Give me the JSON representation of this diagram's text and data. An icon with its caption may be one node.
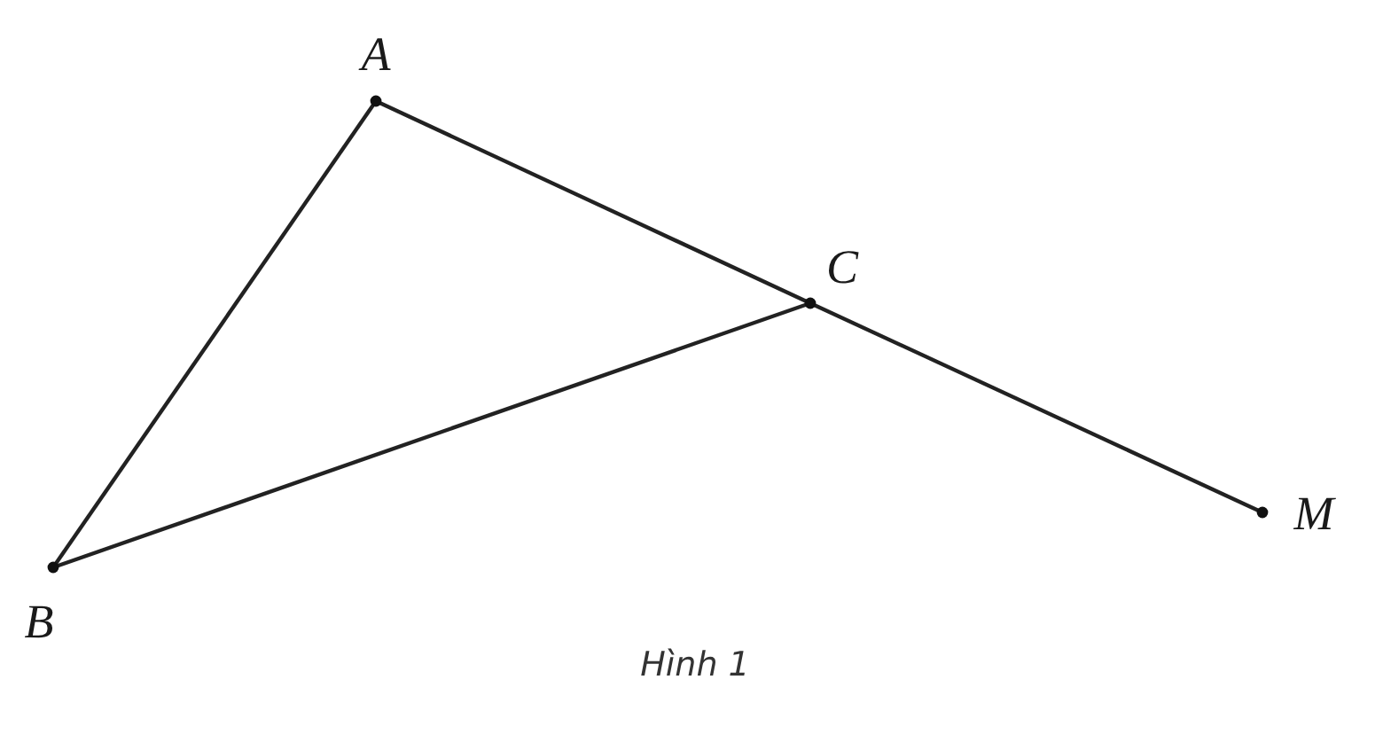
{
  "diagram": {
    "nodes": [
      {
        "text": [
          "A"
        ]
      },
      {
        "text": [
          "C"
        ]
      },
      {
        "text": [
          "M"
        ]
      },
      {
        "text": [
          "B"
        ]
      }
    ],
    "edges": [
      {
        "from": 0,
        "to": 3,
        "arrow": "none"
      },
      {
        "from": 0,
        "to": 1,
        "arrow": "none"
      },
      {
        "from": 1,
        "to": 2,
        "arrow": "none"
      },
      {
        "from": 3,
        "to": 1,
        "arrow": "none"
      }
    ],
    "caption": "Hình 1"
  }
}
